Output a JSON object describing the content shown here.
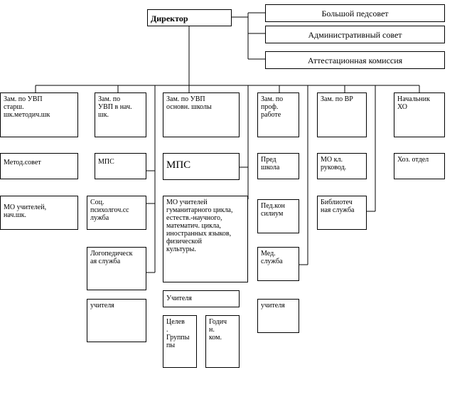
{
  "director": "Директор",
  "councils": [
    "Большой педсовет",
    "Административный совет",
    "Аттестационная комиссия"
  ],
  "deputies": [
    "Зам. по УВП\nстарш.\nшк.методич.шк",
    "Зам. по\nУВП в нач.\nшк.",
    "Зам. по УВП\nосновн. школы",
    "Зам. по\nпроф.\nработе",
    "Зам. по ВР",
    "Начальник\nХО"
  ],
  "units": {
    "metod_sovet": "Метод.совет",
    "mo_nach": "МО учителей,\nнач.шк.",
    "mps_small": "МПС",
    "soc_psych": "Соц.\nпсихолгоч.сс\nлужба",
    "logoped": "Логопедическ\nая служба",
    "uchitelya_1": "учителя",
    "mps_large": "МПС",
    "mo_subjects": "МО учителей\nгуманитарного цикла,\nестеств.-научного,\nматематич. цикла,\nиностранных языков,\nфизической\nкультуры.",
    "uchitelya_2": "Учителя",
    "tselev": "Целев\n.\nГруппы\nпы",
    "godich": "Годич\nн.\nком.",
    "pred_shkola": "Пред\nшкола",
    "ped_konsilium": "Пед.кон\nсилиум",
    "med_sluzhba": "Мед.\nслужба",
    "uchitelya_3": "учителя",
    "mo_kl": "МО кл.\nруковод.",
    "biblioteka": "Библиотеч\nная служба",
    "hoz_otdel": "Хоз. отдел"
  }
}
